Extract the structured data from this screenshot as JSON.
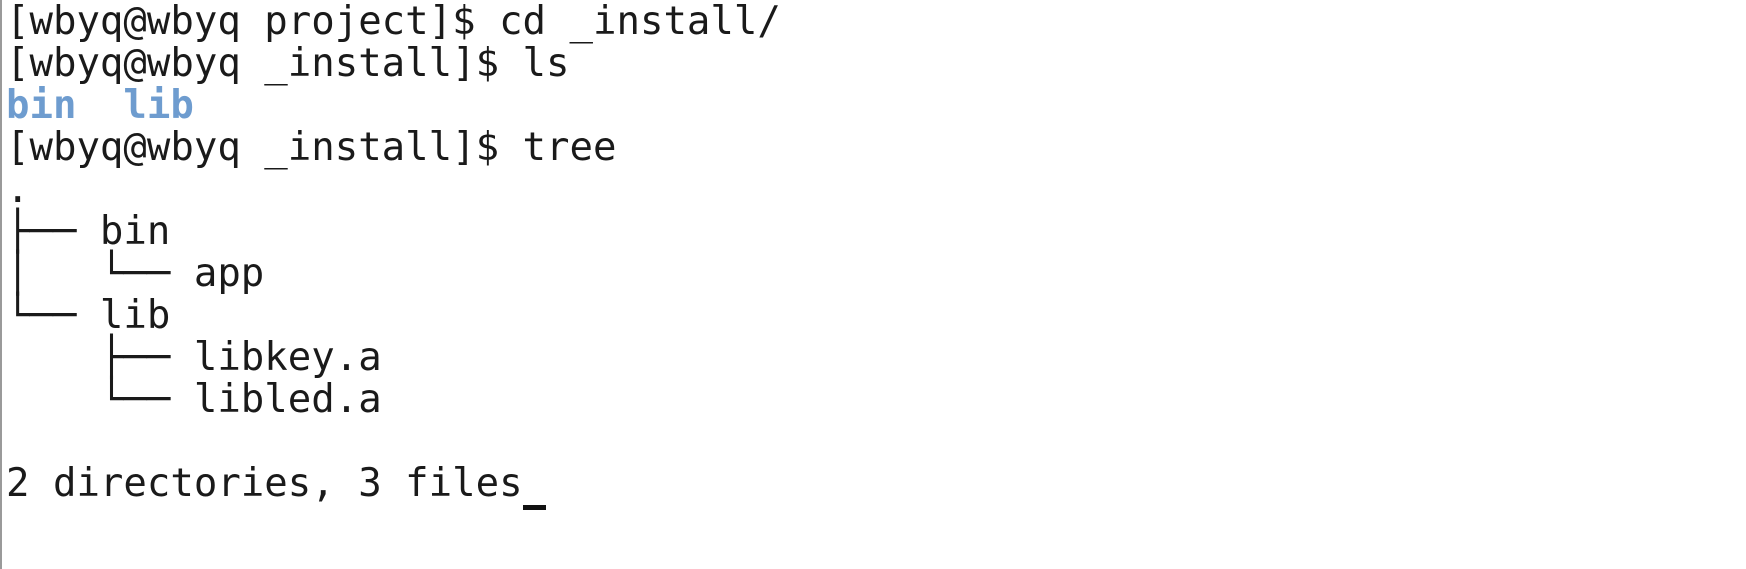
{
  "terminal": {
    "lines": [
      "[wbyq@wbyq project]$ cd _install/",
      "[wbyq@wbyq _install]$ ls",
      "",
      "[wbyq@wbyq _install]$ tree",
      ".",
      "├── bin",
      "│   └── app",
      "└── lib",
      "    ├── libkey.a",
      "    └── libled.a",
      "",
      "2 directories, 3 files"
    ],
    "ls_output": {
      "dir1": "bin",
      "gap": "  ",
      "dir2": "lib"
    },
    "colors": {
      "background": "#ffffff",
      "text": "#1a1a1a",
      "directory": "#6e9ccf"
    }
  }
}
